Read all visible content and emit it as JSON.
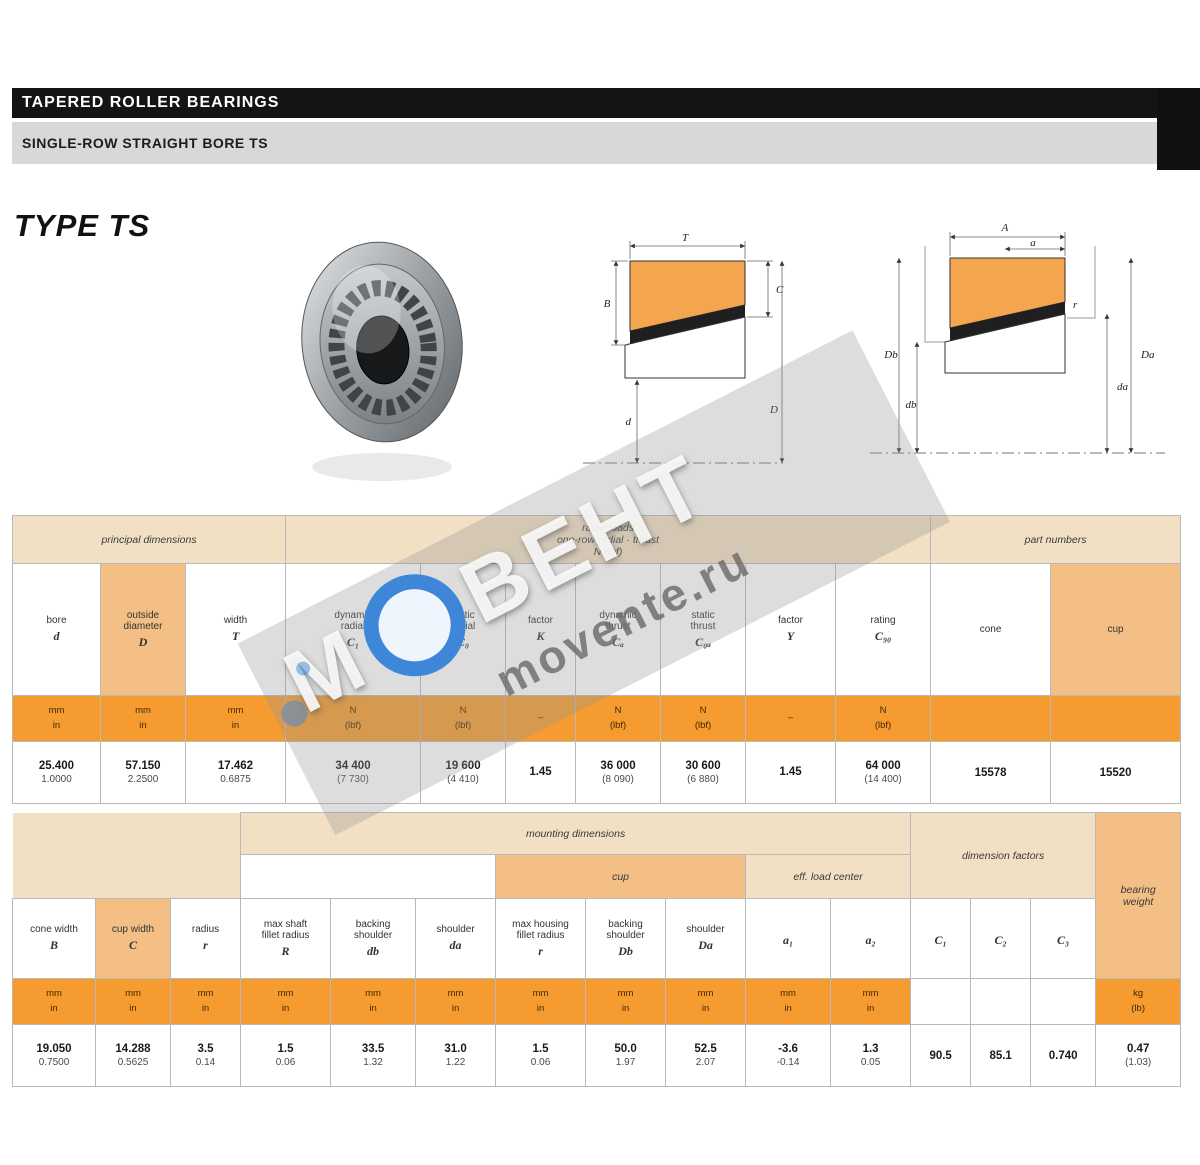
{
  "page": {
    "title": "TAPERED ROLLER BEARINGS",
    "subtitle": "SINGLE-ROW  STRAIGHT BORE  TS",
    "type_label": "TYPE TS"
  },
  "colors": {
    "accent_orange": "#f59b30",
    "tan_header": "#f2e0c4",
    "highlight_tan": "#f3bf85",
    "header_black": "#141414",
    "watermark_blue": "#3e87d8"
  },
  "watermark": {
    "brand_left": "М",
    "brand_right": "ВЕНТ",
    "site": "movente.ru"
  },
  "drawing1": {
    "labels": [
      "T",
      "B",
      "C",
      "d",
      "D"
    ]
  },
  "drawing2": {
    "labels": [
      "A",
      "a",
      "Db",
      "db",
      "da",
      "Da",
      "r"
    ]
  },
  "table1": {
    "group_dims": "principal dimensions",
    "group_ratings_1": "rated loads",
    "group_ratings_2": "one-row  radial · thrust",
    "group_ratings_3": "N (lbf)",
    "group_parts": "part numbers",
    "cols": [
      {
        "h1": "bore",
        "h2": "",
        "h3": "d",
        "u1": "mm",
        "u2": "in",
        "d1": "25.400",
        "d2": "1.0000"
      },
      {
        "h1": "outside",
        "h2": "diameter",
        "h3": "D",
        "u1": "mm",
        "u2": "in",
        "d1": "57.150",
        "d2": "2.2500"
      },
      {
        "h1": "width",
        "h2": "",
        "h3": "T",
        "u1": "mm",
        "u2": "in",
        "d1": "17.462",
        "d2": "0.6875"
      },
      {
        "h1": "dynamic",
        "h2": "radial",
        "h3": "C₁",
        "u1": "N",
        "u2": "(lbf)",
        "d1": "34 400",
        "d2": "(7 730)"
      },
      {
        "h1": "static",
        "h2": "radial",
        "h3": "C₀",
        "u1": "N",
        "u2": "(lbf)",
        "d1": "19 600",
        "d2": "(4 410)"
      },
      {
        "h1": "factor",
        "h2": "",
        "h3": "K",
        "u1": "–",
        "u2": "",
        "d1": "1.45",
        "d2": ""
      },
      {
        "h1": "dynamic",
        "h2": "thrust",
        "h3": "Cₐ",
        "u1": "N",
        "u2": "(lbf)",
        "d1": "36 000",
        "d2": "(8 090)"
      },
      {
        "h1": "static",
        "h2": "thrust",
        "h3": "C₀ₐ",
        "u1": "N",
        "u2": "(lbf)",
        "d1": "30 600",
        "d2": "(6 880)"
      },
      {
        "h1": "factor",
        "h2": "",
        "h3": "Y",
        "u1": "–",
        "u2": "",
        "d1": "1.45",
        "d2": ""
      },
      {
        "h1": "rating",
        "h2": "",
        "h3": "C₉₀",
        "u1": "N",
        "u2": "(lbf)",
        "d1": "64 000",
        "d2": "(14 400)"
      },
      {
        "h1": "cone",
        "h2": "",
        "h3": "",
        "u1": "",
        "u2": "",
        "d1": "15578",
        "d2": ""
      },
      {
        "h1": "cup",
        "h2": "",
        "h3": "",
        "u1": "",
        "u2": "",
        "d1": "15520",
        "d2": ""
      }
    ]
  },
  "table2": {
    "group_mounting": "mounting dimensions",
    "sub_cup": "cup",
    "sub_a": "eff. load center",
    "group_factors": "dimension factors",
    "group_weight_1": "bearing",
    "group_weight_2": "weight",
    "cols": [
      {
        "h1": "cone width",
        "h2": "",
        "h3": "B",
        "u1": "mm",
        "u2": "in",
        "d1": "19.050",
        "d2": "0.7500"
      },
      {
        "h1": "cup width",
        "h2": "",
        "h3": "C",
        "u1": "mm",
        "u2": "in",
        "d1": "14.288",
        "d2": "0.5625"
      },
      {
        "h1": "radius",
        "h2": "",
        "h3": "r",
        "u1": "mm",
        "u2": "in",
        "d1": "3.5",
        "d2": "0.14"
      },
      {
        "h1": "max shaft",
        "h2": "fillet radius",
        "h3": "R",
        "u1": "mm",
        "u2": "in",
        "d1": "1.5",
        "d2": "0.06"
      },
      {
        "h1": "backing",
        "h2": "shoulder",
        "h3": "db",
        "u1": "mm",
        "u2": "in",
        "d1": "33.5",
        "d2": "1.32"
      },
      {
        "h1": "shoulder",
        "h2": "",
        "h3": "da",
        "u1": "mm",
        "u2": "in",
        "d1": "31.0",
        "d2": "1.22"
      },
      {
        "h1": "max housing",
        "h2": "fillet radius",
        "h3": "r",
        "u1": "mm",
        "u2": "in",
        "d1": "1.5",
        "d2": "0.06"
      },
      {
        "h1": "backing",
        "h2": "shoulder",
        "h3": "Db",
        "u1": "mm",
        "u2": "in",
        "d1": "50.0",
        "d2": "1.97"
      },
      {
        "h1": "shoulder",
        "h2": "",
        "h3": "Da",
        "u1": "mm",
        "u2": "in",
        "d1": "52.5",
        "d2": "2.07"
      },
      {
        "h1": "",
        "h2": "",
        "h3": "a₁",
        "u1": "mm",
        "u2": "in",
        "d1": "-3.6",
        "d2": "-0.14"
      },
      {
        "h1": "",
        "h2": "",
        "h3": "a₂",
        "u1": "mm",
        "u2": "in",
        "d1": "1.3",
        "d2": "0.05"
      },
      {
        "h1": "",
        "h2": "",
        "h3": "C₁",
        "u1": "",
        "u2": "",
        "d1": "90.5",
        "d2": ""
      },
      {
        "h1": "",
        "h2": "",
        "h3": "C₂",
        "u1": "",
        "u2": "",
        "d1": "85.1",
        "d2": ""
      },
      {
        "h1": "",
        "h2": "",
        "h3": "C₃",
        "u1": "",
        "u2": "",
        "d1": "0.740",
        "d2": ""
      },
      {
        "h1": "",
        "h2": "",
        "h3": "",
        "u1": "kg",
        "u2": "(lb)",
        "d1": "0.47",
        "d2": "(1.03)"
      }
    ]
  }
}
